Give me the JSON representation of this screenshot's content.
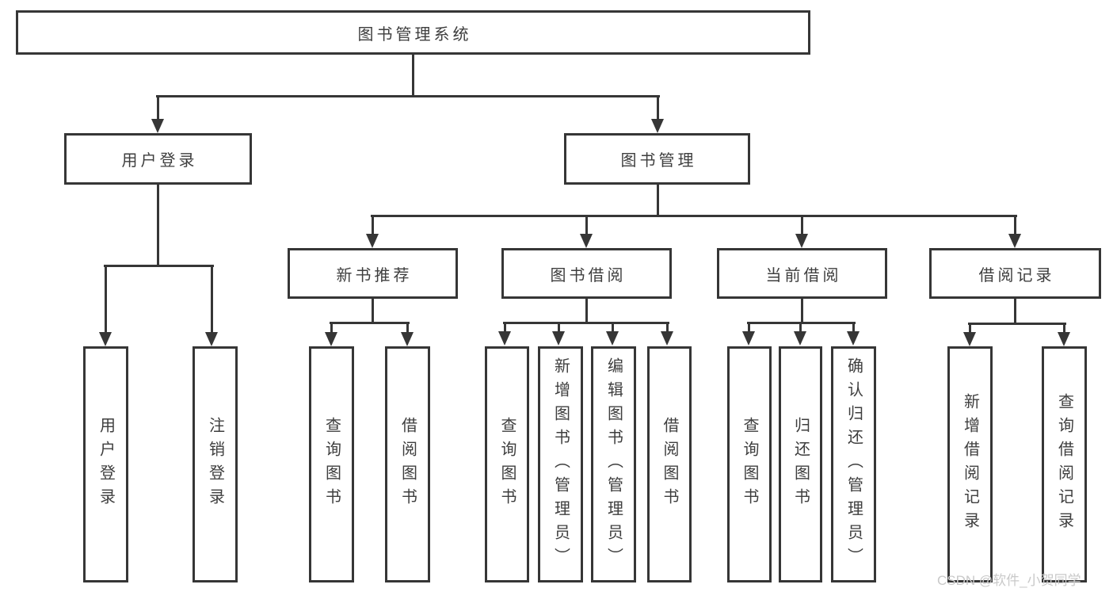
{
  "colors": {
    "line": "#363636",
    "text": "#3e3e3e",
    "watermark": "#c9c9c9",
    "background": "#ffffff"
  },
  "diagram": {
    "root": {
      "label": "图书管理系统"
    },
    "level1": [
      {
        "label": "用户登录"
      },
      {
        "label": "图书管理"
      }
    ],
    "level2": [
      {
        "label": "新书推荐"
      },
      {
        "label": "图书借阅"
      },
      {
        "label": "当前借阅"
      },
      {
        "label": "借阅记录"
      }
    ],
    "leaves": [
      {
        "label": "用户登录"
      },
      {
        "label": "注销登录"
      },
      {
        "label": "查询图书"
      },
      {
        "label": "借阅图书"
      },
      {
        "label": "查询图书"
      },
      {
        "label": "新增图书（管理员）"
      },
      {
        "label": "编辑图书（管理员）"
      },
      {
        "label": "借阅图书"
      },
      {
        "label": "查询图书"
      },
      {
        "label": "归还图书"
      },
      {
        "label": "确认归还（管理员）"
      },
      {
        "label": "新增借阅记录"
      },
      {
        "label": "查询借阅记录"
      }
    ]
  },
  "watermark": {
    "text": "CSDN @软件_小贺同学"
  }
}
